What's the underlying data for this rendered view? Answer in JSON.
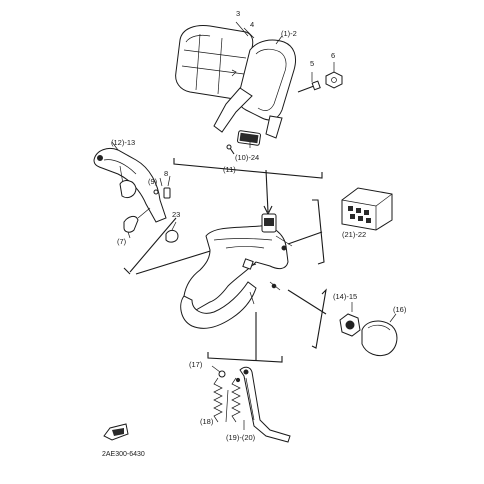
{
  "labels": {
    "l3": "3",
    "l4": "4",
    "l1_2": "(1)-2",
    "l5": "5",
    "l6": "6",
    "l12_13": "(12)-13",
    "l9": "(9)",
    "l8": "8",
    "l7": "(7)",
    "l23": "23",
    "l10_24": "(10)-24",
    "l11": "(11)",
    "l21_22": "(21)-22",
    "l14_15": "(14)-15",
    "l16": "(16)",
    "l17": "(17)",
    "l18": "(18)",
    "l19_20": "(19)-(20)"
  },
  "figure_code": "2AE300-6430",
  "colors": {
    "ink": "#1a1a1a",
    "paper": "#ffffff"
  }
}
